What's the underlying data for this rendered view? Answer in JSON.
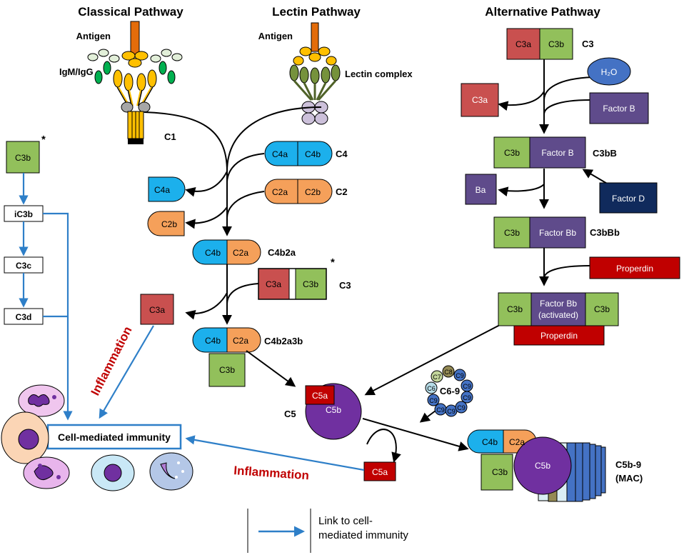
{
  "headers": {
    "classical": "Classical Pathway",
    "lectin": "Lectin Pathway",
    "alternative": "Alternative Pathway"
  },
  "labels": {
    "antigen_classical": "Antigen",
    "igm_igg": "IgM/IgG",
    "c1": "C1",
    "antigen_lectin": "Antigen",
    "lectin_complex": "Lectin complex",
    "c4": "C4",
    "c2": "C2",
    "c4b2a": "C4b2a",
    "c3_classical": "C3",
    "c3_alt": "C3",
    "c4b2a3b": "C4b2a3b",
    "c5": "C5",
    "c6_9": "C6-9",
    "c3bb": "C3bB",
    "c3bbb": "C3bBb",
    "c5b9": "C5b-9",
    "mac": "(MAC)",
    "asterisk": "*",
    "inflammation": "Inflammation",
    "cell_mediated_immunity": "Cell-mediated immunity"
  },
  "molecules": {
    "c4a": "C4a",
    "c4b": "C4b",
    "c2a": "C2a",
    "c2b": "C2b",
    "c3a": "C3a",
    "c3b": "C3b",
    "c5a": "C5a",
    "c5b": "C5b",
    "c6": "C6",
    "c7": "C7",
    "c8": "C8",
    "c9": "C9",
    "h2o": "H₂O",
    "factor_b": "Factor B",
    "factor_d": "Factor D",
    "factor_bb": "Factor Bb",
    "factor_bb_act_1": "Factor Bb",
    "factor_bb_act_2": "(activated)",
    "properdin": "Properdin",
    "ba": "Ba"
  },
  "degradation": {
    "ic3b": "iC3b",
    "c3c": "C3c",
    "c3d": "C3d"
  },
  "legend": {
    "text_line1": "Link to cell-",
    "text_line2": "mediated immunity"
  },
  "colors": {
    "c4": "#1cb0ec",
    "c2": "#f5a05a",
    "c3a": "#c9504f",
    "c3b": "#92c05b",
    "factor": "#5f4b8b",
    "factor_d": "#102a5c",
    "h2o": "#4472c4",
    "properdin": "#c00000",
    "c5b": "#7030a0",
    "link": "#2e7fc8",
    "inflammation": "#c00000",
    "arrow": "#000000"
  }
}
